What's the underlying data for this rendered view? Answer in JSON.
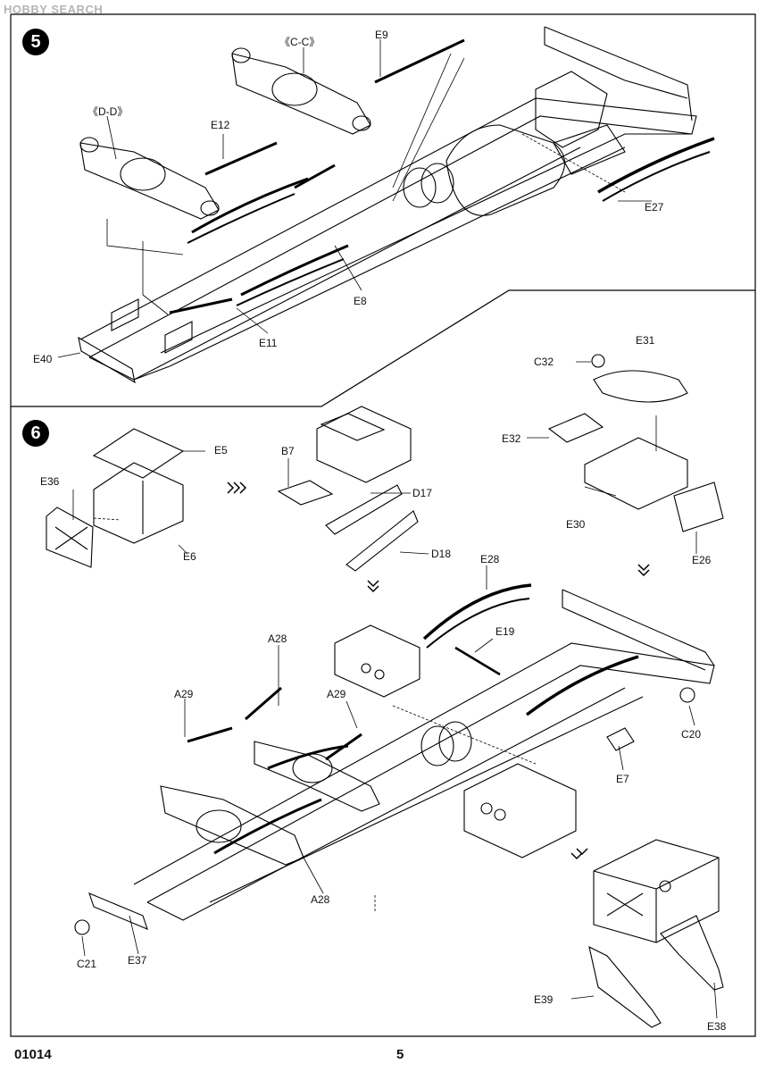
{
  "watermark": "HOBBY SEARCH",
  "footer": {
    "code": "01014",
    "page": "5"
  },
  "steps": {
    "s5": "5",
    "s6": "6"
  },
  "step5": {
    "cc": "《C-C》",
    "dd": "《D-D》",
    "e9": "E9",
    "e12": "E12",
    "e27": "E27",
    "e8": "E8",
    "e11": "E11",
    "e40": "E40"
  },
  "step6": {
    "c32": "C32",
    "e31": "E31",
    "e32": "E32",
    "e30": "E30",
    "e26": "E26",
    "e5": "E5",
    "e36": "E36",
    "e6": "E6",
    "b7": "B7",
    "d17": "D17",
    "d18": "D18",
    "e28a": "E28",
    "e19": "E19",
    "a28a": "A28",
    "a29a": "A29",
    "a29b": "A29",
    "c20": "C20",
    "e7": "E7",
    "a28b": "A28",
    "c21": "C21",
    "e37": "E37",
    "e39": "E39",
    "e38": "E38"
  }
}
